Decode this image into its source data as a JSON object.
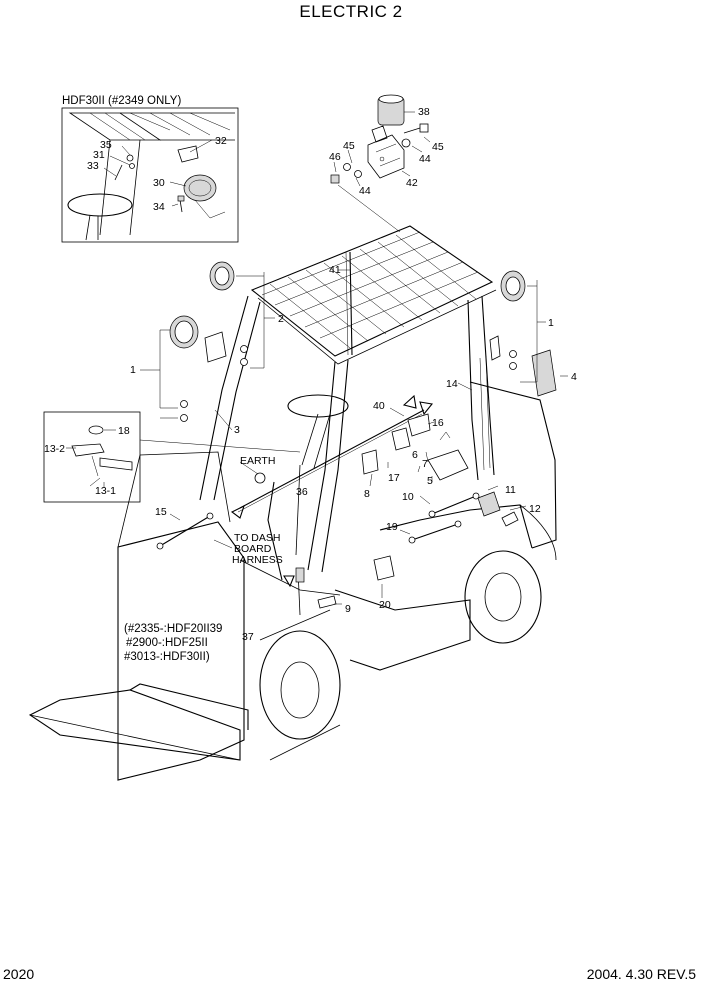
{
  "title": "ELECTRIC 2",
  "page_number": "2020",
  "revision": "2004. 4.30 REV.5",
  "inset_label": "HDF30II  (#2349 ONLY)",
  "notes": {
    "earth": "EARTH",
    "to_dash_line1": "TO DASH",
    "to_dash_line2": "BOARD",
    "to_dash_line3": "HARNESS",
    "serial_line1": "(#2335-:HDF20II39",
    "serial_line2": "#2900-:HDF25II",
    "serial_line3": "#3013-:HDF30II)"
  },
  "callouts": {
    "c1_left": "1",
    "c1_right": "1",
    "c2": "2",
    "c3": "3",
    "c4": "4",
    "c5": "5",
    "c6": "6",
    "c7": "7",
    "c8": "8",
    "c9": "9",
    "c10": "10",
    "c11": "11",
    "c12": "12",
    "c13_1": "13-1",
    "c13_2": "13-2",
    "c14": "14",
    "c15": "15",
    "c16": "16",
    "c17": "17",
    "c18": "18",
    "c19": "19",
    "c20": "20",
    "c30": "30",
    "c31": "31",
    "c32": "32",
    "c33": "33",
    "c34": "34",
    "c35": "35",
    "c36": "36",
    "c37": "37",
    "c38": "38",
    "c40": "40",
    "c41": "41",
    "c42": "42",
    "c44a": "44",
    "c44b": "44",
    "c45a": "45",
    "c45b": "45",
    "c46": "46"
  }
}
